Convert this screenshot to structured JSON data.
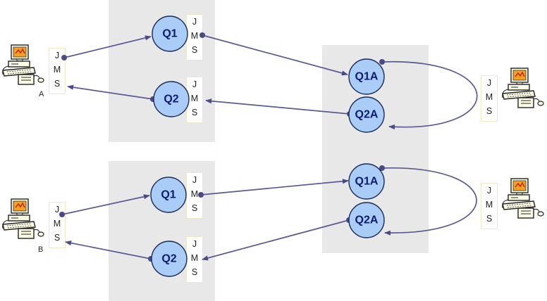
{
  "jms_letters": [
    "J",
    "M",
    "S"
  ],
  "queues": {
    "q1": "Q1",
    "q2": "Q2",
    "q1a": "Q1A",
    "q2a": "Q2A"
  },
  "hosts": {
    "a": "A",
    "b": "B"
  },
  "colors": {
    "queue_fill": "#a9cdf6",
    "queue_text": "#0e1a73",
    "box_fill": "#e8e8e8",
    "connector": "#5a5a92"
  },
  "icons": [
    "computer-icon"
  ]
}
